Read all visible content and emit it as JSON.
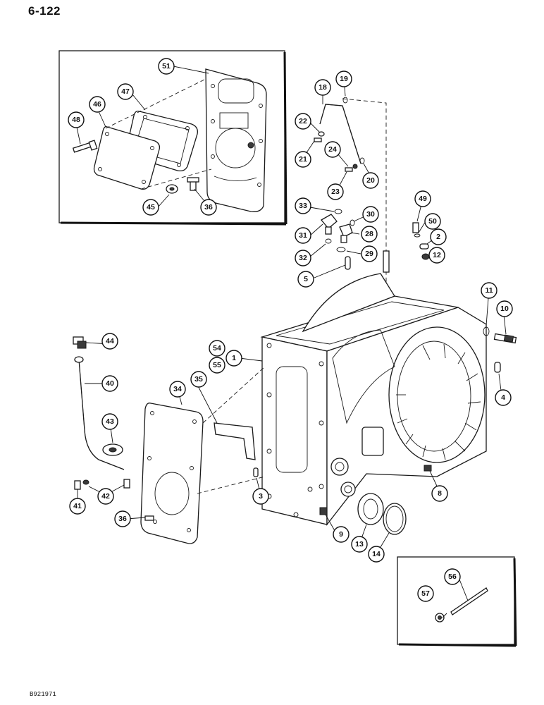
{
  "page": {
    "number": "6-122",
    "reference_code": "B921971"
  },
  "callouts": {
    "c1": "1",
    "c2": "2",
    "c3": "3",
    "c4": "4",
    "c5": "5",
    "c8": "8",
    "c9": "9",
    "c10": "10",
    "c11": "11",
    "c12": "12",
    "c13": "13",
    "c14": "14",
    "c18": "18",
    "c19": "19",
    "c20": "20",
    "c21": "21",
    "c22": "22",
    "c23": "23",
    "c24": "24",
    "c28": "28",
    "c29": "29",
    "c30": "30",
    "c31": "31",
    "c32": "32",
    "c33": "33",
    "c34": "34",
    "c35": "35",
    "c36a": "36",
    "c36b": "36",
    "c40": "40",
    "c41": "41",
    "c42": "42",
    "c43": "43",
    "c44": "44",
    "c45": "45",
    "c46": "46",
    "c47": "47",
    "c48": "48",
    "c49": "49",
    "c50": "50",
    "c51": "51",
    "c54": "54",
    "c55": "55",
    "c56": "56",
    "c57": "57"
  }
}
